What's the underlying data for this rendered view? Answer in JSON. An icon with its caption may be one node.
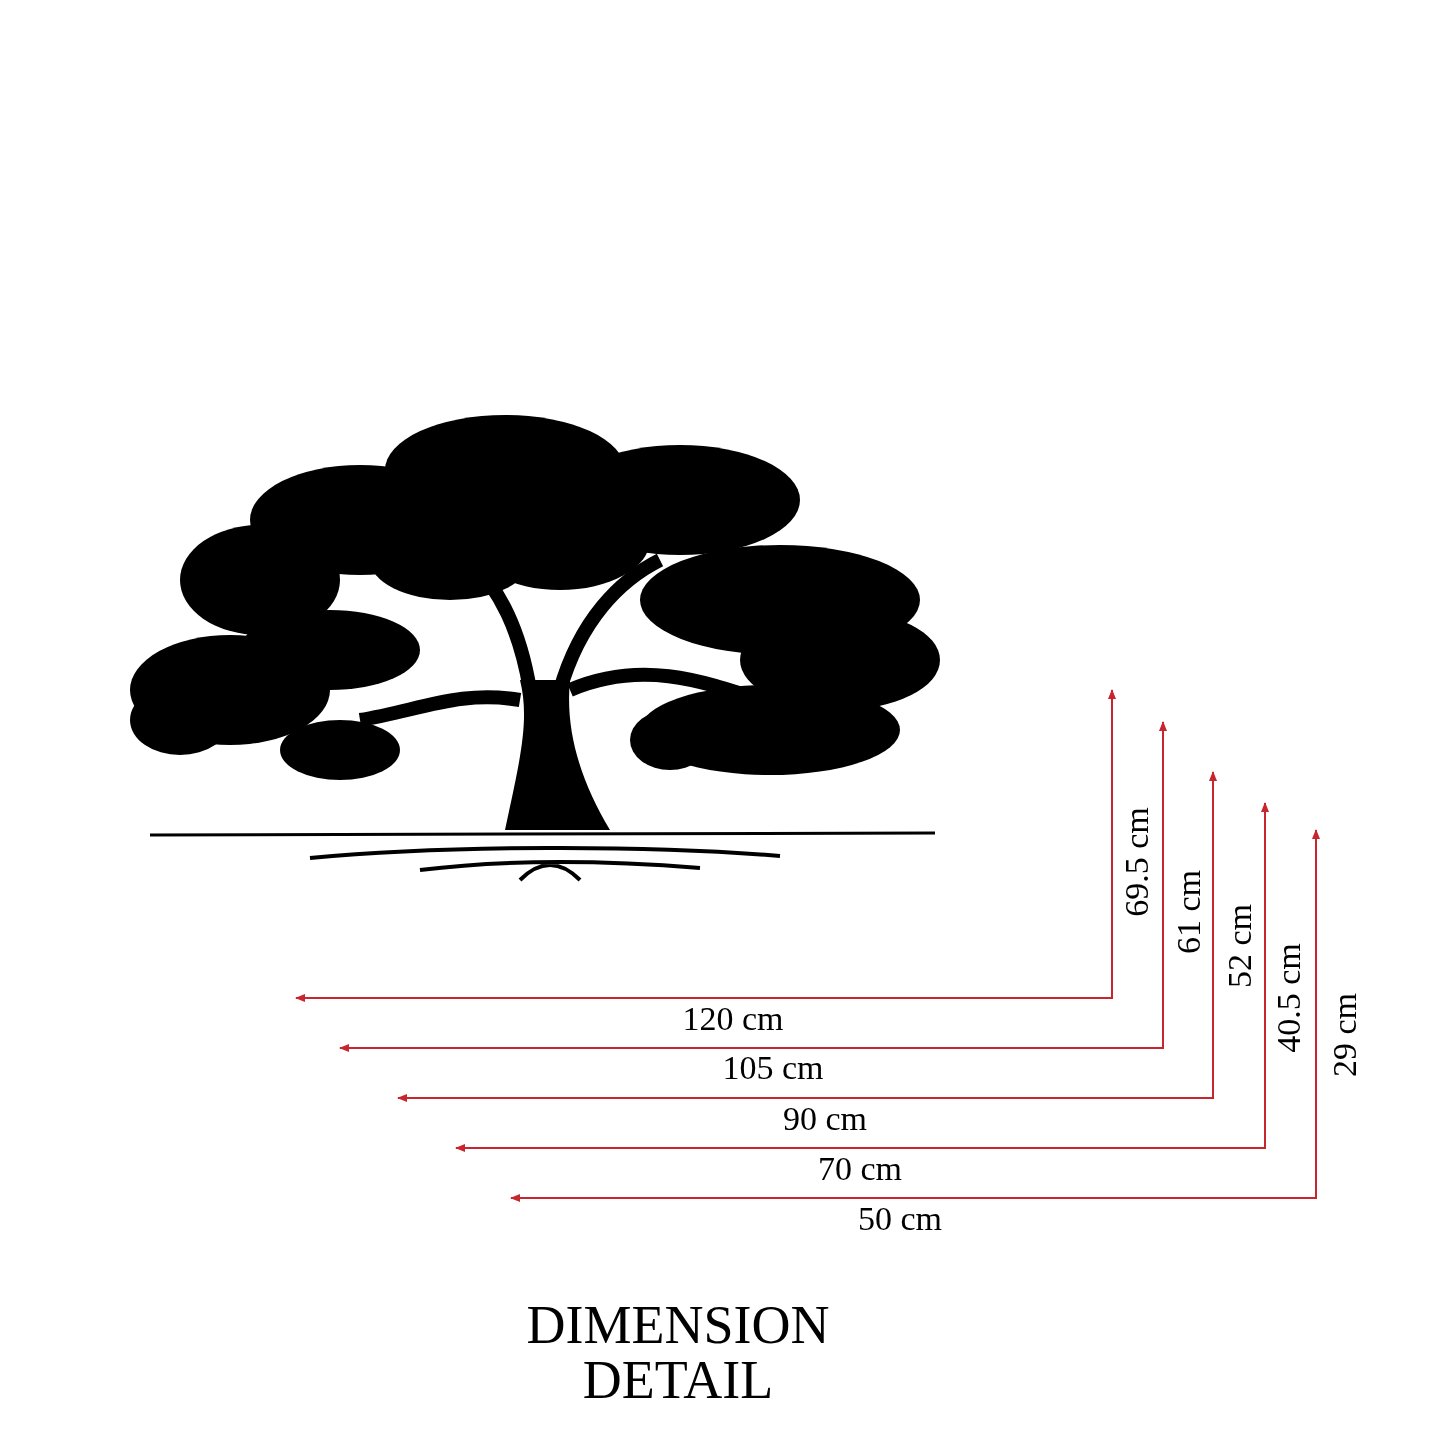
{
  "diagram": {
    "title": "DIMENSION DETAIL",
    "labels": [
      "69.5 cm",
      "61 cm",
      "52 cm",
      "40.5 cm",
      "29 cm",
      "120 cm",
      "105 cm",
      "90 cm",
      "70 cm",
      "50 cm"
    ]
  }
}
